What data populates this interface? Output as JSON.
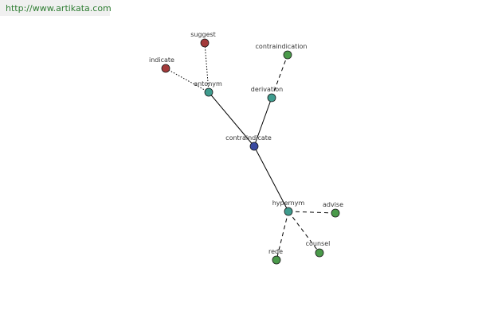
{
  "banner": {
    "url": "http://www.artikata.com"
  },
  "colors": {
    "center": "#3a4aa0",
    "relation": "#3f9c8e",
    "antonym_word": "#a33a3a",
    "related_word": "#4a9a4a",
    "edge": "#000000"
  },
  "graph": {
    "nodes": [
      {
        "id": "contraindicate",
        "label": "contraindicate",
        "kind": "center"
      },
      {
        "id": "antonym",
        "label": "antonym",
        "kind": "relation"
      },
      {
        "id": "derivation",
        "label": "derivation",
        "kind": "relation"
      },
      {
        "id": "hypernym",
        "label": "hypernym",
        "kind": "relation"
      },
      {
        "id": "suggest",
        "label": "suggest",
        "kind": "antonym_word"
      },
      {
        "id": "indicate",
        "label": "indicate",
        "kind": "antonym_word"
      },
      {
        "id": "contraindication",
        "label": "contraindication",
        "kind": "related_word"
      },
      {
        "id": "advise",
        "label": "advise",
        "kind": "related_word"
      },
      {
        "id": "counsel",
        "label": "counsel",
        "kind": "related_word"
      },
      {
        "id": "rede",
        "label": "rede",
        "kind": "related_word"
      }
    ],
    "edges": [
      {
        "from": "contraindicate",
        "to": "antonym",
        "style": "solid"
      },
      {
        "from": "contraindicate",
        "to": "derivation",
        "style": "solid"
      },
      {
        "from": "contraindicate",
        "to": "hypernym",
        "style": "solid"
      },
      {
        "from": "antonym",
        "to": "suggest",
        "style": "dotted"
      },
      {
        "from": "antonym",
        "to": "indicate",
        "style": "dotted"
      },
      {
        "from": "derivation",
        "to": "contraindication",
        "style": "dashed"
      },
      {
        "from": "hypernym",
        "to": "advise",
        "style": "dashed"
      },
      {
        "from": "hypernym",
        "to": "counsel",
        "style": "dashed"
      },
      {
        "from": "hypernym",
        "to": "rede",
        "style": "dashed"
      }
    ]
  }
}
